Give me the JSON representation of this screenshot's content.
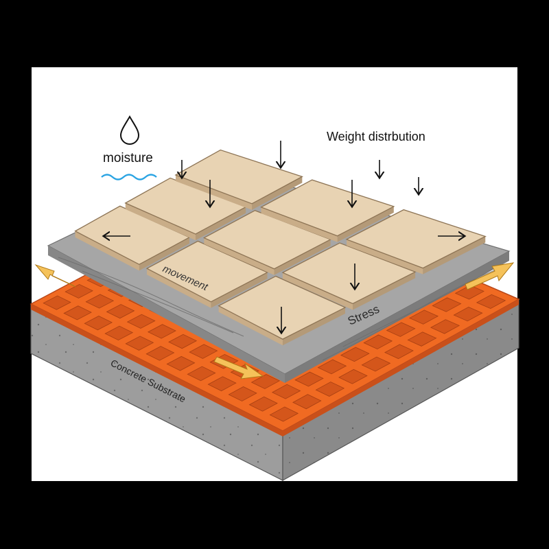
{
  "labels": {
    "moisture": "moisture",
    "weight": "Weight distrbution",
    "movement": "movement",
    "stress": "Stress",
    "substrate": "Concrete Substrate"
  },
  "icons": {
    "water_drop": "water-drop-icon",
    "wave": "wave-icon",
    "force_arrow": "force-arrow-icon",
    "movement_arrow": "movement-arrow-icon"
  },
  "colors": {
    "background_frame": "#000000",
    "panel": "#ffffff",
    "tile": "#e8d3b3",
    "tile_edge": "#b49a78",
    "mortar": "#9a9a9a",
    "membrane": "#f06a22",
    "membrane_dark": "#c9501a",
    "concrete": "#9d9d9d",
    "concrete_front": "#8a8a8a",
    "movement_arrow": "#f5c25a",
    "wave": "#2aa4e3"
  }
}
